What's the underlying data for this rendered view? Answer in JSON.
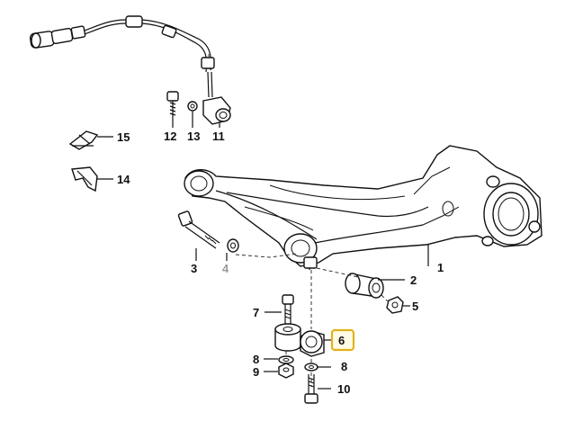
{
  "diagram": {
    "highlight_color": "#e2b21c",
    "callouts": [
      {
        "id": "c15",
        "label": "15",
        "muted": false,
        "highlighted": false
      },
      {
        "id": "c14",
        "label": "14",
        "muted": false,
        "highlighted": false
      },
      {
        "id": "c12",
        "label": "12",
        "muted": false,
        "highlighted": false
      },
      {
        "id": "c13",
        "label": "13",
        "muted": false,
        "highlighted": false
      },
      {
        "id": "c11",
        "label": "11",
        "muted": false,
        "highlighted": false
      },
      {
        "id": "c3",
        "label": "3",
        "muted": false,
        "highlighted": false
      },
      {
        "id": "c4",
        "label": "4",
        "muted": true,
        "highlighted": false
      },
      {
        "id": "c2",
        "label": "2",
        "muted": false,
        "highlighted": false
      },
      {
        "id": "c1",
        "label": "1",
        "muted": false,
        "highlighted": false
      },
      {
        "id": "c5",
        "label": "5",
        "muted": false,
        "highlighted": false
      },
      {
        "id": "c7",
        "label": "7",
        "muted": false,
        "highlighted": false
      },
      {
        "id": "c6",
        "label": "6",
        "muted": false,
        "highlighted": true
      },
      {
        "id": "c8a",
        "label": "8",
        "muted": false,
        "highlighted": false
      },
      {
        "id": "c9",
        "label": "9",
        "muted": false,
        "highlighted": false
      },
      {
        "id": "c8b",
        "label": "8",
        "muted": false,
        "highlighted": false
      },
      {
        "id": "c10",
        "label": "10",
        "muted": false,
        "highlighted": false
      }
    ]
  }
}
